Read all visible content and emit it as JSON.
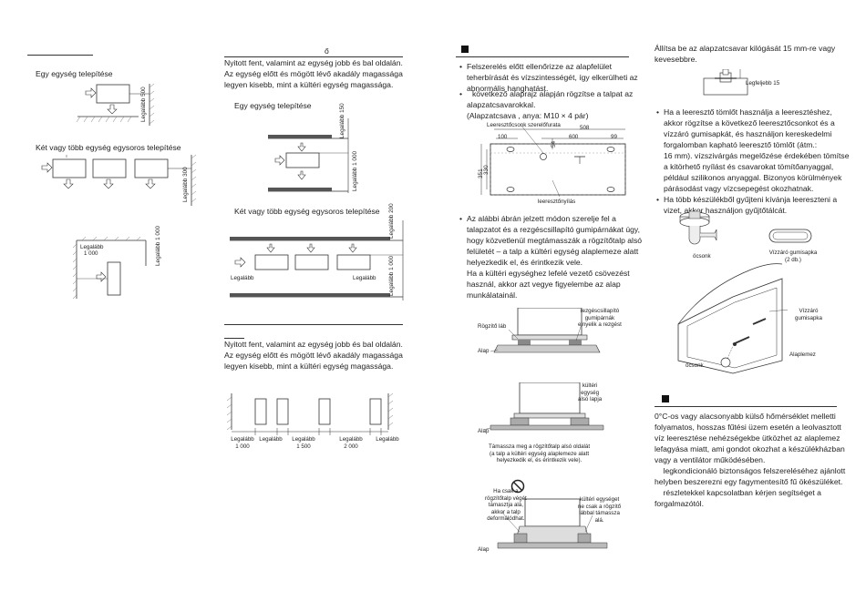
{
  "col1": {
    "single_caption": "Egy egység telepítése",
    "multi_caption": "Két vagy több egység egysoros telepítése",
    "lbl_500": "Legalább 500",
    "lbl_300": "Legalább 300",
    "lbl_1000_a": "Legalább",
    "lbl_1000_b": "1 000",
    "lbl_1000_v": "Legalább 1 000"
  },
  "col2": {
    "heading_char": "ő",
    "para1": [
      "Nyitott fent, valamint az egység jobb és bal oldalán.",
      "Az egység előtt és mögött lévő akadály magassága",
      "legyen kisebb, mint a kültéri egység magassága."
    ],
    "single_caption": "Egy egység telepítése",
    "lbl_150": "Legalább 150",
    "lbl_1000": "Legalább 1 000",
    "multi_caption": "Két vagy több egység egysoros telepítése",
    "lbl_200": "Legalább 200",
    "lbl_left": "Legalább",
    "lbl_mid": "Legalább",
    "lbl_1000b": "Legalább 1 000",
    "para2": [
      "Nyitott fent, valamint az egység jobb és bal oldalán.",
      "Az egység előtt és mögött lévő akadály magassága",
      "legyen kisebb, mint a kültéri egység magassága."
    ],
    "bottom_labels": [
      {
        "a": "Legalább",
        "b": "1 000"
      },
      {
        "a": "Legalább",
        "b": ""
      },
      {
        "a": "Legalább",
        "b": "1 500"
      },
      {
        "a": "Legalább",
        "b": "2 000"
      },
      {
        "a": "Legalább",
        "b": ""
      }
    ]
  },
  "col3": {
    "b1": [
      "Felszerelés előtt ellenőrizze az alapfelület",
      "teherbírását és vízszintességét, így elkerülheti az",
      "abnormális hanghatást."
    ],
    "b2": [
      "következő alaprajz alapján rögzítse a talpat az",
      "alapzatcsavarokkal.",
      "(Alapzatcsava , anya: M10 × 4 pár)"
    ],
    "drain_label": "Leeresztőcsonk szerelőfurata",
    "dim_508": "508",
    "dim_100": "100",
    "dim_600": "600",
    "dim_99": "99",
    "dim_54": "54",
    "dim_351": "351",
    "dim_330": "330",
    "drain_hole": "leeresztőnyílás",
    "b3": [
      "Az alábbi ábrán jelzett módon szerelje fel a",
      "talapzatot és a rezgéscsillapító gumipárnákat úgy,",
      "hogy közvetlenül megtámasszák a rögzítőtalp alsó",
      "felületét – a talp a kültéri egység alaplemeze alatt",
      "helyezkedik el, és érintkezik vele.",
      "Ha a kültéri egységhez lefelé vezető csövezést",
      "használ, akkor azt vegye figyelembe az alap",
      "munkálatainál."
    ],
    "rubber": [
      "rezgéscsillapító",
      "gumipárnák",
      "elnyelik a rezgést"
    ],
    "fix_foot": "Rögzítő láb",
    "base": "Alap",
    "bottom_plate": [
      "kültéri",
      "egység",
      "alsó lapja"
    ],
    "support_note": [
      "Támassza meg a rögzítőtalp alsó oldalát",
      "(a talp a kültéri egység alaplemeze alatt",
      "helyezkedik el, és érintkezik vele)."
    ],
    "bad_left": [
      "Ha csak a",
      "rögzítőtalp végét",
      "támasztja alá,",
      "akkor a talp",
      "deformálódhat."
    ],
    "bad_right": [
      "kültéri egységet",
      "ne csak a rögzítő",
      "lábbal támassza",
      "alá."
    ]
  },
  "col4": {
    "intro": [
      "Állítsa be az alapzatcsavar kilógását 15 mm-re vagy",
      "kevesebbre."
    ],
    "max15": "Legfeljebb 15",
    "b1": [
      "Ha a leeresztő tömlőt használja a leeresztéshez,",
      "akkor rögzítse a következő leeresztőcsonkot és a",
      "vízzáró gumisapkát, és használjon kereskedelmi",
      "forgalomban kapható leeresztő tömlőt (átm.:",
      "16 mm).    vízszivárgás megelőzése érdekében tömítse",
      "a kitörhető nyílást és csavarokat tömítőanyaggal,",
      "például szilikonos anyaggal. Bizonyos körülmények",
      "párásodást vagy vízcsepegést okozhatnak."
    ],
    "b2": [
      "Ha több készülékből gyűjteni kívánja leereszteni a",
      "vizet, akkor használjon gyűjtőtálcát."
    ],
    "socket": "öcsonk",
    "cap": [
      "Vízzáró gumisapka",
      "(2 db.)"
    ],
    "cap2": [
      "Vízzáró",
      "gumisapka"
    ],
    "plate": "Alaplemez",
    "socket2": "öcsonk",
    "para": [
      "0°C-os vagy alacsonyabb külső hőmérséklet melletti",
      "folyamatos, hosszas fűtési üzem esetén a leolvasztott",
      "víz leeresztése nehézségekbe ütközhet az alaplemez",
      "lefagyása miatt, ami gondot okozhat a készülékházban",
      "vagy a ventilátor működésében.",
      "    legkondicionáló biztonságos felszereléséhez ajánlott",
      "helyben beszerezni egy fagymentesítő fű ökészüléket.",
      "    részletekkel kapcsolatban kérjen segítséget a",
      "forgalmazótól."
    ]
  }
}
